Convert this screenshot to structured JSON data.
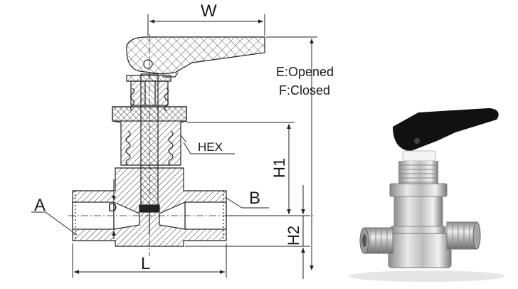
{
  "drawing": {
    "dimensions": {
      "width": "W",
      "length": "L",
      "height_1": "H1",
      "height_2": "H2",
      "hex": "HEX",
      "bore": "D"
    },
    "ports": {
      "inlet": "A",
      "outlet": "B"
    },
    "states": {
      "opened": "E:Opened",
      "closed": "F:Closed"
    }
  },
  "photo": {
    "handle_color": "#111111",
    "body_color": "#c9c9c9"
  }
}
